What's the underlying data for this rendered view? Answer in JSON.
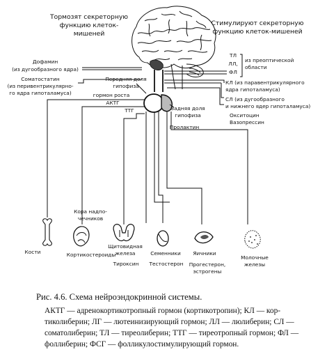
{
  "headers": {
    "inhibit": [
      "Тормозят секреторную",
      "функцию клеток-",
      "мишеней"
    ],
    "stimulate": [
      "Стимулируют секреторную",
      "функцию клеток-мишеней"
    ]
  },
  "left_labels": {
    "dopamine": [
      "Дофамин",
      "(из дугообразного ядра)"
    ],
    "somatostatin": [
      "Соматостатин",
      "(из перивентрикулярно-",
      "го ядра гипоталамуса)"
    ]
  },
  "right_labels": {
    "tl_group": [
      "ТЛ",
      "ЛЛ,",
      "ФЛ"
    ],
    "preoptic": [
      "из преоптической",
      "области"
    ],
    "kl": [
      "КЛ (из паравентрикулярного",
      "ядра гипоталамуса)"
    ],
    "sl": [
      "СЛ (из дугообразного",
      "и нижнего ядер гипоталамуса)"
    ],
    "oxytocin": [
      "Окситоцин",
      "Вазопрессин"
    ]
  },
  "pituitary_labels": {
    "anterior": [
      "Передняя доля",
      "гипофиза"
    ],
    "posterior": [
      "Задняя доля",
      "гипофиза"
    ],
    "gh": "гормон роста",
    "actg": "АКТГ",
    "ttg": "ТТГ",
    "prolactin": "Пролактин"
  },
  "targets": {
    "bones": "Кости",
    "adrenal": [
      "Кора надпо-",
      "чечников"
    ],
    "corticosteroids": "Кортикостероиды",
    "thyroid": [
      "Щитовидная",
      "железа"
    ],
    "thyroxine": "Тироксин",
    "testes": "Семенники",
    "testosterone": "Тестостерон",
    "ovaries": "Яичники",
    "ovary_hormones": [
      "Прогестерон,",
      "эстрогены"
    ],
    "mammary": [
      "Молочные",
      "железы"
    ]
  },
  "caption": {
    "title": "Рис. 4.6. Схема нейроэндокринной системы.",
    "lines": [
      "АКТГ — адренокортикотропный гормон (кортикотропин); КЛ — кор-",
      "тиколиберин; ЛГ — лютеинизирующий гормон; ЛЛ — люлиберин; СЛ —",
      "соматолиберин; ТЛ — тиреолиберин; ТТГ — тиреотропный гормон; ФЛ —",
      "фоллиберин; ФСГ — фолликулостимулирующий гормон."
    ]
  }
}
